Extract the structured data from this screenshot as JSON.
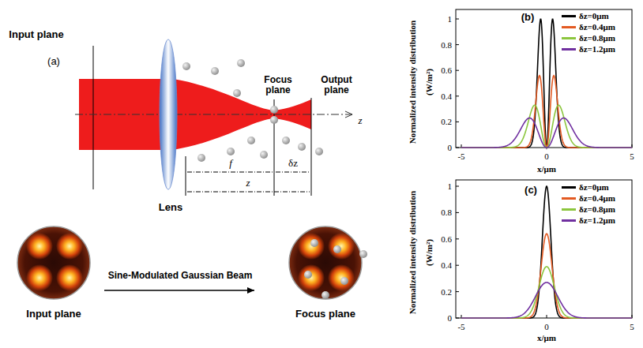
{
  "diagram": {
    "labels": [
      "(a)",
      "Input plane",
      "Focus plane",
      "Output plane",
      "z",
      "f",
      "δz",
      "z",
      "Lens",
      "Input plane",
      "Sine-Modulated Gaussian Beam",
      "Focus plane",
      "(b)",
      "Normalized intensity distribution",
      "(W/m²)",
      "0",
      "0.2",
      "0.4",
      "0.6",
      "0.8",
      "1",
      "-5",
      "0",
      "5",
      "x/μm",
      "(c)",
      "Normalized intensity distribution",
      "(W/m²)",
      "0",
      "0.2",
      "0.4",
      "0.6",
      "0.8",
      "1",
      "-5",
      "0",
      "5",
      "x/μm"
    ],
    "legend": [
      {
        "text": "δz=0μm",
        "color": "#000000"
      },
      {
        "text": "δz=0.4μm",
        "color": "#e35a22"
      },
      {
        "text": "δz=0.8μm",
        "color": "#8cc63e"
      },
      {
        "text": "δz=1.2μm",
        "color": "#7030a0"
      },
      {
        "text": "δz=0μm",
        "color": "#000000"
      },
      {
        "text": "δz=0.4μm",
        "color": "#e35a22"
      },
      {
        "text": "δz=0.8μm",
        "color": "#8cc63e"
      },
      {
        "text": "δz=1.2μm",
        "color": "#7030a0"
      }
    ]
  }
}
